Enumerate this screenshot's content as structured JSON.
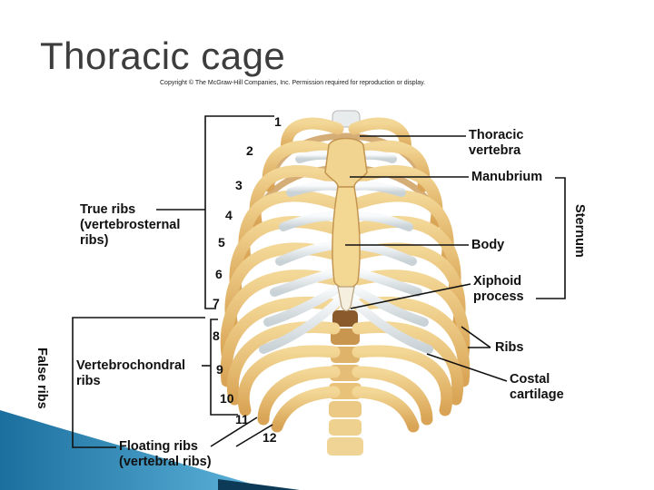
{
  "slide": {
    "title": "Thoracic cage",
    "copyright": "Copyright © The McGraw-Hill Companies, Inc. Permission required for reproduction or display."
  },
  "labels": {
    "thoracic_vertebra": [
      "Thoracic",
      "vertebra"
    ],
    "manubrium": "Manubrium",
    "sternum": "Sternum",
    "body": "Body",
    "xiphoid_process": [
      "Xiphoid",
      "process"
    ],
    "ribs": "Ribs",
    "costal_cartilage": [
      "Costal",
      "cartilage"
    ],
    "true_ribs": [
      "True ribs",
      "(vertebrosternal",
      "ribs)"
    ],
    "false_ribs": "False ribs",
    "vertebrochondral_ribs": [
      "Vertebrochondral",
      "ribs"
    ],
    "floating_ribs": [
      "Floating ribs",
      "(vertebral ribs)"
    ]
  },
  "rib_numbers": [
    "1",
    "2",
    "3",
    "4",
    "5",
    "6",
    "7",
    "8",
    "9",
    "10",
    "11",
    "12"
  ],
  "colors": {
    "bone": "#e9c27a",
    "bone_dark": "#b9853a",
    "cartilage": "#e8ecee",
    "accent_blue": "#1f7fb0",
    "title": "#3d3d3d"
  }
}
